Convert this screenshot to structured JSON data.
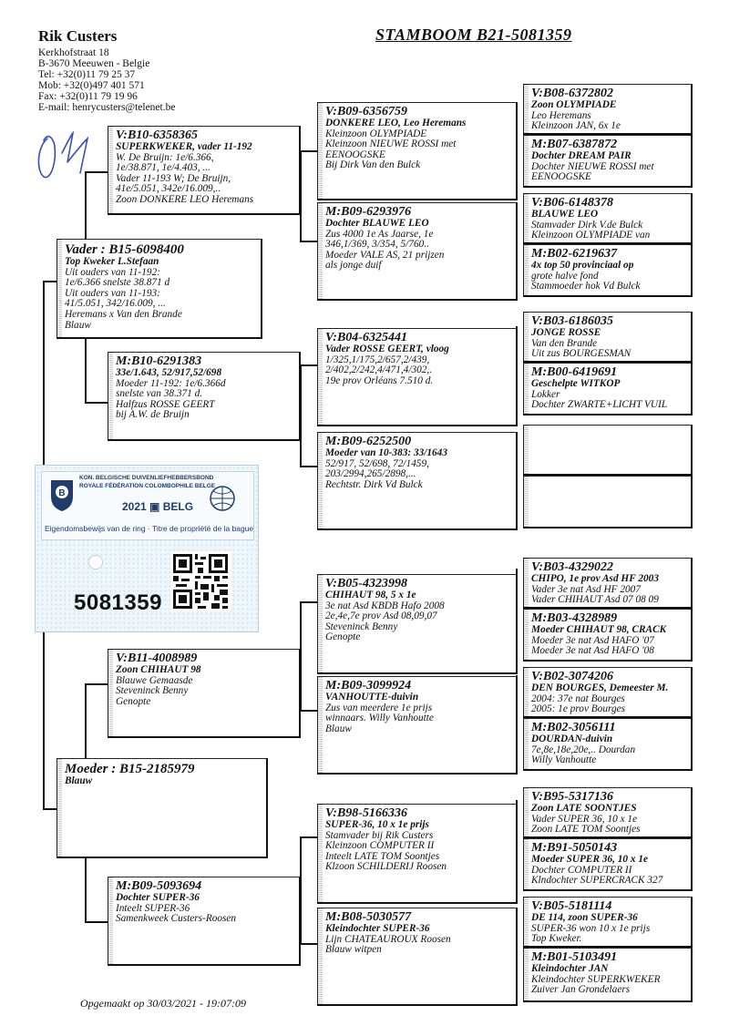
{
  "owner": {
    "name": "Rik Custers",
    "address1": "Kerkhofstraat 18",
    "address2": "B-3670 Meeuwen -  Belgie",
    "tel": "Tel:  +32(0)11 79 25 37",
    "mob": "Mob:  +32(0)497 401 571",
    "fax": "Fax:  +32(0)11 79 19 96",
    "email": "E-mail:  henrycusters@telenet.be"
  },
  "title": "STAMBOOM  B21-5081359",
  "card": {
    "org_nl": "KON. BELGISCHE DUIVENLIEFHEBBERSBOND",
    "org_fr": "ROYALE FÉDÉRATION COLOMBOPHILE BELGE",
    "year_label": "2021  ▣  BELG",
    "ownership": "Eigendomsbewijs van de ring · Titre de propriété de la bague",
    "ring_number": "5081359"
  },
  "vader": {
    "id": "Vader : B15-6098400",
    "lines": [
      "Top Kweker L.Stefaan",
      "Uit ouders van 11-192:",
      " 1e/6.366 snelste 38.871 d",
      "Uit ouders van 11-193:",
      " 41/5.051, 342/16.009, ...",
      "Heremans x Van den Brande",
      "Blauw"
    ]
  },
  "moeder": {
    "id": "Moeder : B15-2185979",
    "lines": [
      "Blauw"
    ]
  },
  "vv": {
    "id": "V:B10-6358365",
    "lines": [
      "SUPERKWEKER, vader 11-192",
      " W. De Bruijn: 1e/6.366,",
      " 1e/38.871, 1e/4.403, ...",
      " Vader 11-193 W; De Bruijn,",
      " 41e/5.051, 342e/16.009,..",
      " Zoon DONKERE LEO Heremans"
    ]
  },
  "vm": {
    "id": "M:B10-6291383",
    "lines": [
      "33e/1.643, 52/917,52/698",
      "Moeder 11-192: 1e/6.366d",
      " snelste van 38.371 d.",
      "Halfzus ROSSE GEERT",
      " bij A.W. de Bruijn"
    ]
  },
  "mv": {
    "id": "V:B11-4008989",
    "lines": [
      "Zoon CHIHAUT 98",
      "Blauwe Gemaasde",
      "Steveninck Benny",
      "Genopte"
    ]
  },
  "mm": {
    "id": "M:B09-5093694",
    "lines": [
      "Dochter SUPER-36",
      "Inteelt SUPER-36",
      "Samenkweek Custers-Roosen"
    ]
  },
  "vvv": {
    "id": "V:B09-6356759",
    "lines": [
      "DONKERE LEO, Leo Heremans",
      "Kleinzoon OLYMPIADE",
      "Kleinzoon NIEUWE ROSSI met",
      "  EENOOGSKE",
      "Bij Dirk Van den Bulck"
    ]
  },
  "vvm": {
    "id": "M:B09-6293976",
    "lines": [
      "Dochter BLAUWE LEO",
      "Zus 4000 1e As Jaarse, 1e",
      " 346,1/369, 3/354, 5/760..",
      "Moeder VALE AS, 21 prijzen",
      " als jonge duif"
    ]
  },
  "vmv": {
    "id": "V:B04-6325441",
    "lines": [
      "Vader ROSSE GEERT, vloog",
      "1/325,1/175,2/657,2/439,",
      "2/402,2/242,4/471,4/302,.",
      "19e prov Orléans 7.510 d."
    ]
  },
  "vmm": {
    "id": "M:B09-6252500",
    "lines": [
      "Moeder van 10-383: 33/1643",
      " 52/917, 52/698,  72/1459,",
      " 203/2994,265/2898,...",
      "Rechtstr. Dirk Vd Bulck"
    ]
  },
  "mvv": {
    "id": "V:B05-4323998",
    "lines": [
      "CHIHAUT 98, 5 x 1e",
      "3e nat Asd KBDB Hafo 2008",
      "2e,4e,7e prov Asd 08,09,07",
      "Steveninck Benny",
      "Genopte"
    ]
  },
  "mvm": {
    "id": "M:B09-3099924",
    "lines": [
      "VANHOUTTE-duivin",
      "Zus van meerdere 1e prijs",
      "winnaars. Willy Vanhoutte",
      "Blauw"
    ]
  },
  "mmv": {
    "id": "V:B98-5166336",
    "lines": [
      "SUPER-36, 10 x 1e prijs",
      "Stamvader bij Rik Custers",
      "Kleinzoon COMPUTER II",
      "Inteelt LATE TOM Soontjes",
      "Klzoon SCHILDERIJ Roosen"
    ]
  },
  "mmm": {
    "id": "M:B08-5030577",
    "lines": [
      "Kleindochter SUPER-36",
      "Lijn CHATEAUROUX Roosen",
      "Blauw witpen"
    ]
  },
  "g1": {
    "id": "V:B08-6372802",
    "lines": [
      "Zoon OLYMPIADE",
      "Leo Heremans",
      "Kleinzoon JAN, 6x 1e"
    ]
  },
  "g2": {
    "id": "M:B07-6387872",
    "lines": [
      "Dochter DREAM PAIR",
      "Dochter NIEUWE ROSSI met",
      "  EENOOGSKE"
    ]
  },
  "g3": {
    "id": "V:B06-6148378",
    "lines": [
      "BLAUWE LEO",
      "Stamvader Dirk V.de Bulck",
      "Kleinzoon OLYMPIADE van"
    ]
  },
  "g4": {
    "id": "M:B02-6219637",
    "lines": [
      "4x top 50 provinciaal op",
      " grote halve fond",
      "Stammoeder hok Vd Bulck"
    ]
  },
  "g5": {
    "id": "V:B03-6186035",
    "lines": [
      "JONGE ROSSE",
      "Van den Brande",
      "Uit zus BOURGESMAN"
    ]
  },
  "g6": {
    "id": "M:B00-6419691",
    "lines": [
      "Geschelpte WITKOP",
      "Lokker",
      "Dochter ZWARTE+LICHT VUIL"
    ]
  },
  "g7": {
    "id": "",
    "lines": []
  },
  "g8": {
    "id": "",
    "lines": []
  },
  "g9": {
    "id": "V:B03-4329022",
    "lines": [
      "CHIPO, 1e prov Asd HF 2003",
      "Vader 3e nat Asd HF 2007",
      "Vader CHIHAUT Asd 07 08 09"
    ]
  },
  "g10": {
    "id": "M:B03-4328989",
    "lines": [
      "Moeder CHIHAUT 98, CRACK",
      "Moeder 3e nat Asd HAFO '07",
      "Moeder 3e nat Asd HAFO '08"
    ]
  },
  "g11": {
    "id": "V:B02-3074206",
    "lines": [
      "DEN BOURGES, Demeester M.",
      "2004: 37e nat Bourges",
      "2005:  1e prov Bourges"
    ]
  },
  "g12": {
    "id": "M:B02-3056111",
    "lines": [
      "DOURDAN-duivin",
      "7e,8e,18e,20e,.. Dourdan",
      "Willy Vanhoutte"
    ]
  },
  "g13": {
    "id": "V:B95-5317136",
    "lines": [
      "Zoon LATE SOONTJES",
      "Vader SUPER 36, 10 x 1e",
      "Zoon LATE TOM Soontjes"
    ]
  },
  "g14": {
    "id": "M:B91-5050143",
    "lines": [
      "Moeder SUPER 36, 10 x 1e",
      "Dochter COMPUTER II",
      "Klndochter SUPERCRACK 327"
    ]
  },
  "g15": {
    "id": "V:B05-5181114",
    "lines": [
      "DE 114, zoon SUPER-36",
      "SUPER-36 won 10 x 1e prijs",
      "Top Kweker."
    ]
  },
  "g16": {
    "id": "M:B01-5103491",
    "lines": [
      "Kleindochter JAN",
      "Kleindochter SUPERKWEKER",
      "Zuiver Jan Grondelaers"
    ]
  },
  "footer": "Opgemaakt op 30/03/2021 - 19:07:09"
}
